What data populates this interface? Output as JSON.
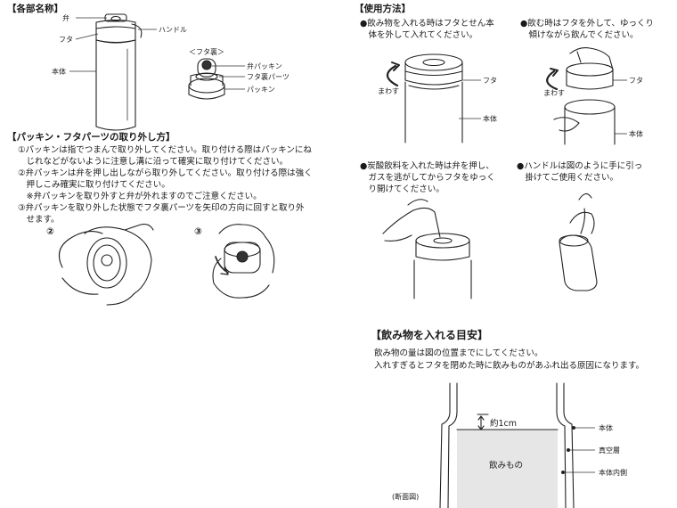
{
  "parts": {
    "title": "【各部名称】",
    "labels": {
      "valve": "弁",
      "lid": "フタ",
      "body": "本体",
      "handle": "ハンドル",
      "lid_back_title": "＜フタ裏＞",
      "valve_packing": "弁パッキン",
      "lid_back_parts": "フタ裏パーツ",
      "packing": "パッキン"
    }
  },
  "removal": {
    "title": "【パッキン・フタパーツの取り外し方】",
    "lines": [
      "①パッキンは指でつまんで取り外してください。取り付ける際はパッキンにね",
      "　じれなどがないように注意し溝に沿って確実に取り付けてください。",
      "②弁パッキンは弁を押し出しながら取り外してください。取り付ける際は強く",
      "　押しこみ確実に取り付けてください。",
      "　※弁パッキンを取り外すと弁が外れますのでご注意ください。",
      "③弁パッキンを取り外した状態でフタ裏パーツを矢印の方向に回すと取り外",
      "　せます。"
    ],
    "step2": "②",
    "step3": "③"
  },
  "usage": {
    "title": "【使用方法】",
    "steps": [
      {
        "lines": [
          "●飲み物を入れる時はフタとせん本",
          "　体を外して入れてください。"
        ],
        "arrow": "まわす",
        "label_lid": "フタ",
        "label_body": "本体"
      },
      {
        "lines": [
          "●飲む時はフタを外して、ゆっくり",
          "　傾けながら飲んでください。"
        ],
        "arrow": "まわす",
        "label_lid": "フタ",
        "label_body": "本体"
      },
      {
        "lines": [
          "●炭酸飲料を入れた時は弁を押し、",
          "　ガスを逃がしてからフタをゆっく",
          "　り開けてください。"
        ]
      },
      {
        "lines": [
          "●ハンドルは図のように手に引っ",
          "　掛けてご使用ください。"
        ]
      }
    ]
  },
  "fill_guide": {
    "title": "【飲み物を入れる目安】",
    "lines": [
      "飲み物の量は図の位置までにしてください。",
      "入れすぎるとフタを閉めた時に飲みものがあふれ出る原因になります。"
    ],
    "approx": "約1cm",
    "drink": "飲みもの",
    "label_body": "本体",
    "label_vacuum": "真空層",
    "label_inner": "本体内側",
    "section_label": "(断面図)"
  }
}
